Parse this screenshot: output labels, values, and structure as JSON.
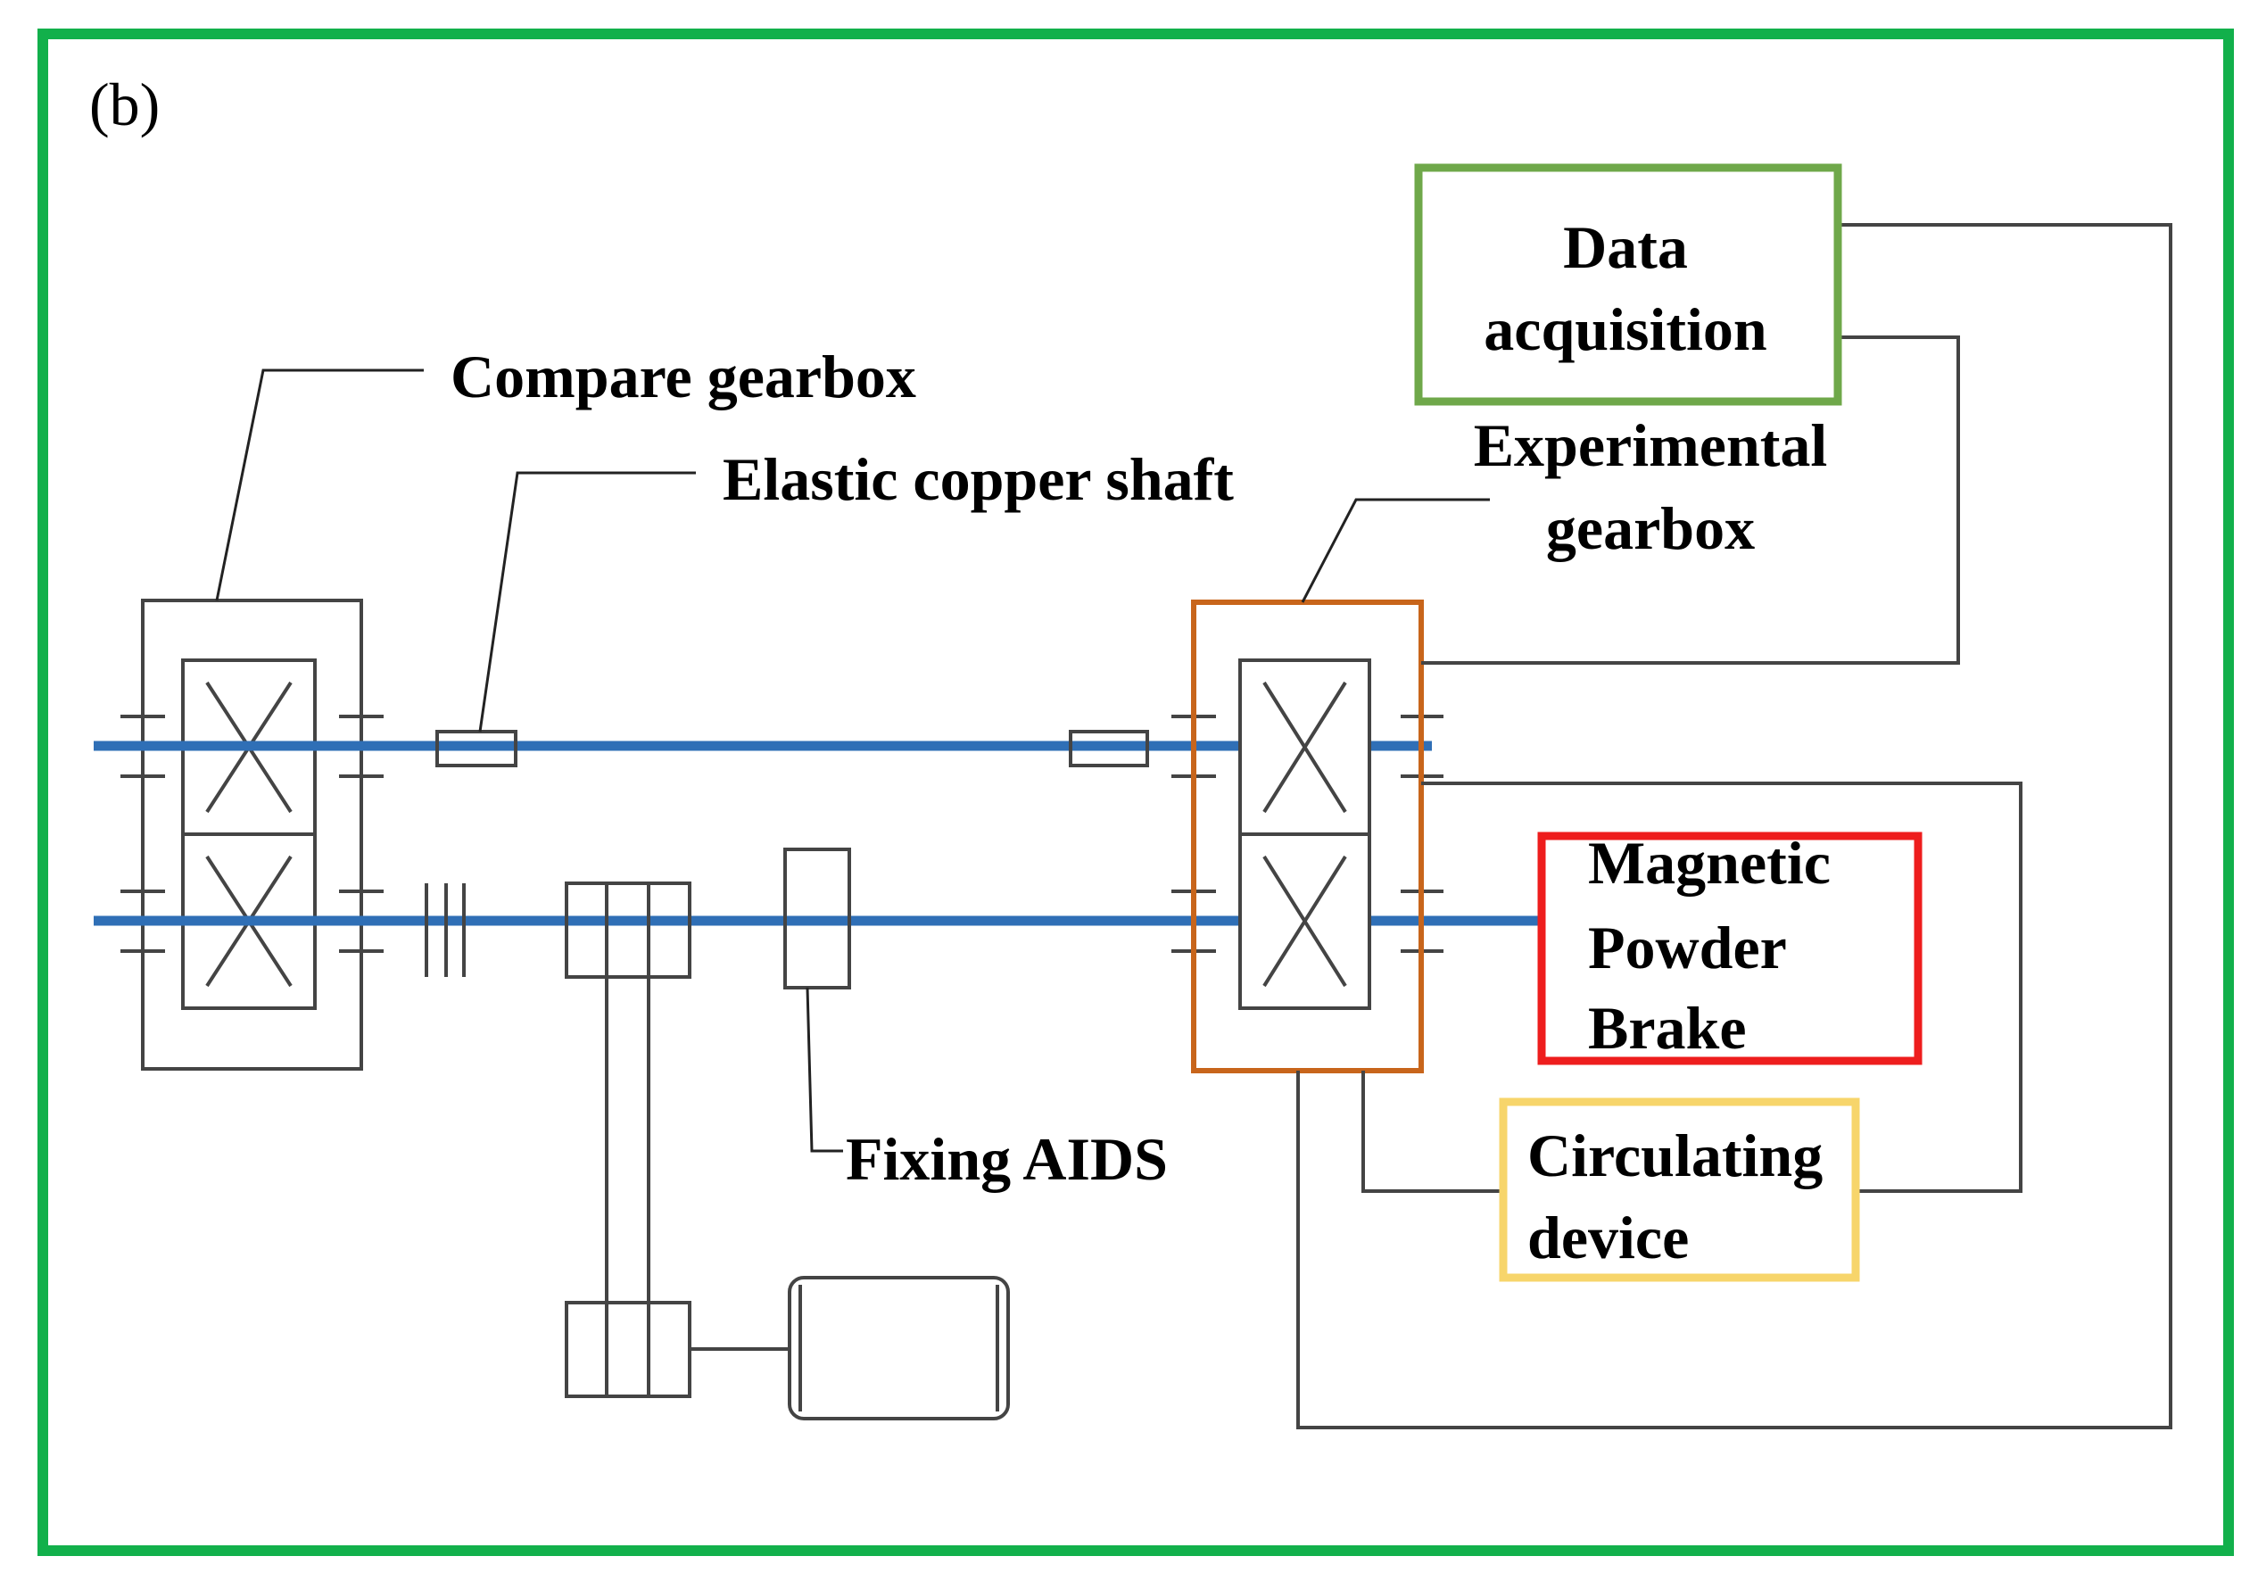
{
  "panel_label": "(b)",
  "labels": {
    "compare_gearbox": "Compare gearbox",
    "elastic_copper_shaft": "Elastic copper shaft",
    "experimental_gearbox_line1": "Experimental",
    "experimental_gearbox_line2": "gearbox",
    "data_acquisition_line1": "Data",
    "data_acquisition_line2": "acquisition",
    "magnetic_powder_brake_line1": "Magnetic",
    "magnetic_powder_brake_line2": "Powder",
    "magnetic_powder_brake_line3": "Brake",
    "fixing_aids": "Fixing AIDS",
    "circulating_device_line1": "Circulating",
    "circulating_device_line2": "device"
  },
  "colors": {
    "frame_border": "#12b04b",
    "shaft": "#2f6fb6",
    "experimental_gearbox_border": "#c8651b",
    "data_acquisition_border": "#6fa84a",
    "magnetic_powder_brake_border": "#ee1d1d",
    "circulating_device_border": "#f7d56b",
    "line": "#444444"
  }
}
